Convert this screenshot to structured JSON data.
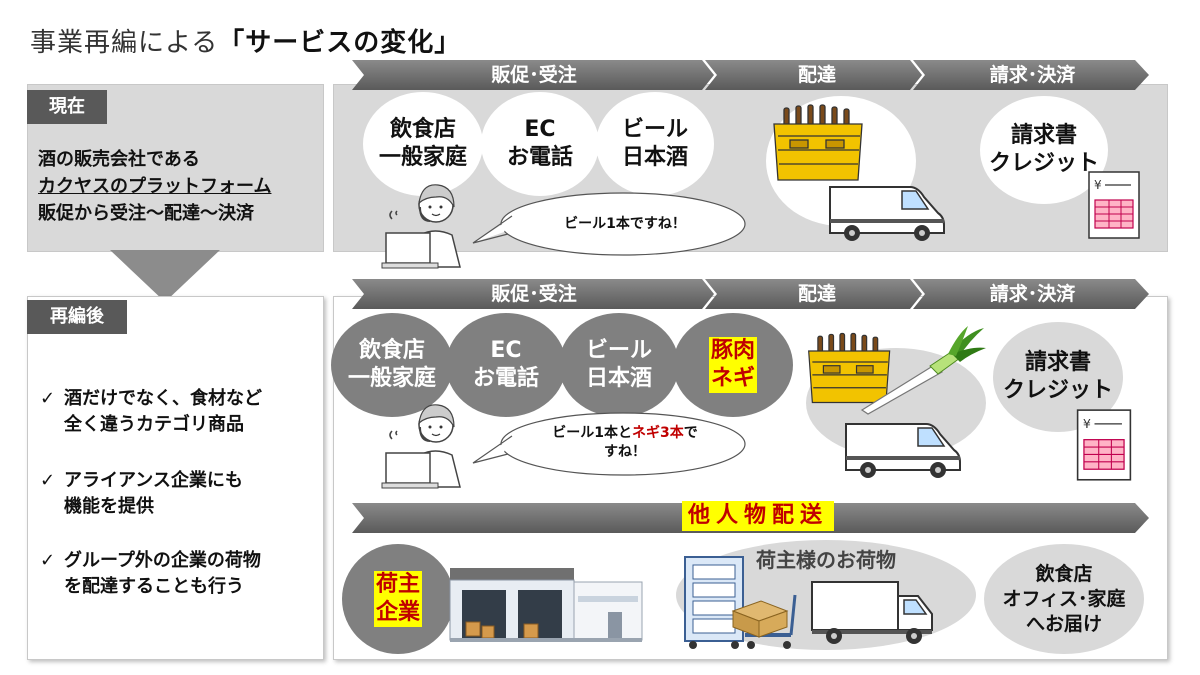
{
  "title": {
    "prefix": "事業再編による",
    "highlight": "「サービスの変化」"
  },
  "current": {
    "tag": "現在",
    "desc_line1": "酒の販売会社である",
    "desc_line2": "カクヤスのプラットフォーム",
    "desc_line3": "販促から受注～配達～決済",
    "stages": [
      "販促･受注",
      "配達",
      "請求･決済"
    ],
    "circles": [
      {
        "line1": "飲食店",
        "line2": "一般家庭"
      },
      {
        "line1": "EC",
        "line2": "お電話"
      },
      {
        "line1": "ビール",
        "line2": "日本酒"
      }
    ],
    "bubble": "ビール1本ですね！",
    "billing": {
      "line1": "請求書",
      "line2": "クレジット"
    }
  },
  "after": {
    "tag": "再編後",
    "items": [
      {
        "line1": "酒だけでなく、食材など",
        "line2": "全く違うカテゴリ商品"
      },
      {
        "line1": "アライアンス企業にも",
        "line2": "機能を提供"
      },
      {
        "line1": "グループ外の企業の荷物",
        "line2": "を配達することも行う"
      }
    ],
    "check_mark": "✓",
    "stages": [
      "販促･受注",
      "配達",
      "請求･決済"
    ],
    "circles": [
      {
        "line1": "飲食店",
        "line2": "一般家庭"
      },
      {
        "line1": "EC",
        "line2": "お電話"
      },
      {
        "line1": "ビール",
        "line2": "日本酒"
      },
      {
        "line1": "豚肉",
        "line2": "ネギ"
      }
    ],
    "bubble_part1": "ビール1本と",
    "bubble_red": "ネギ3本",
    "bubble_part2": "で",
    "bubble_line2": "すね！",
    "billing": {
      "line1": "請求書",
      "line2": "クレジット"
    },
    "third_party_label": "他人物配送",
    "shipper": {
      "line1": "荷主",
      "line2": "企業"
    },
    "cargo_label": "荷主様のお荷物",
    "delivery": {
      "line1": "飲食店",
      "line2": "オフィス･家庭",
      "line3": "へお届け"
    }
  },
  "receipt_yen": "¥"
}
